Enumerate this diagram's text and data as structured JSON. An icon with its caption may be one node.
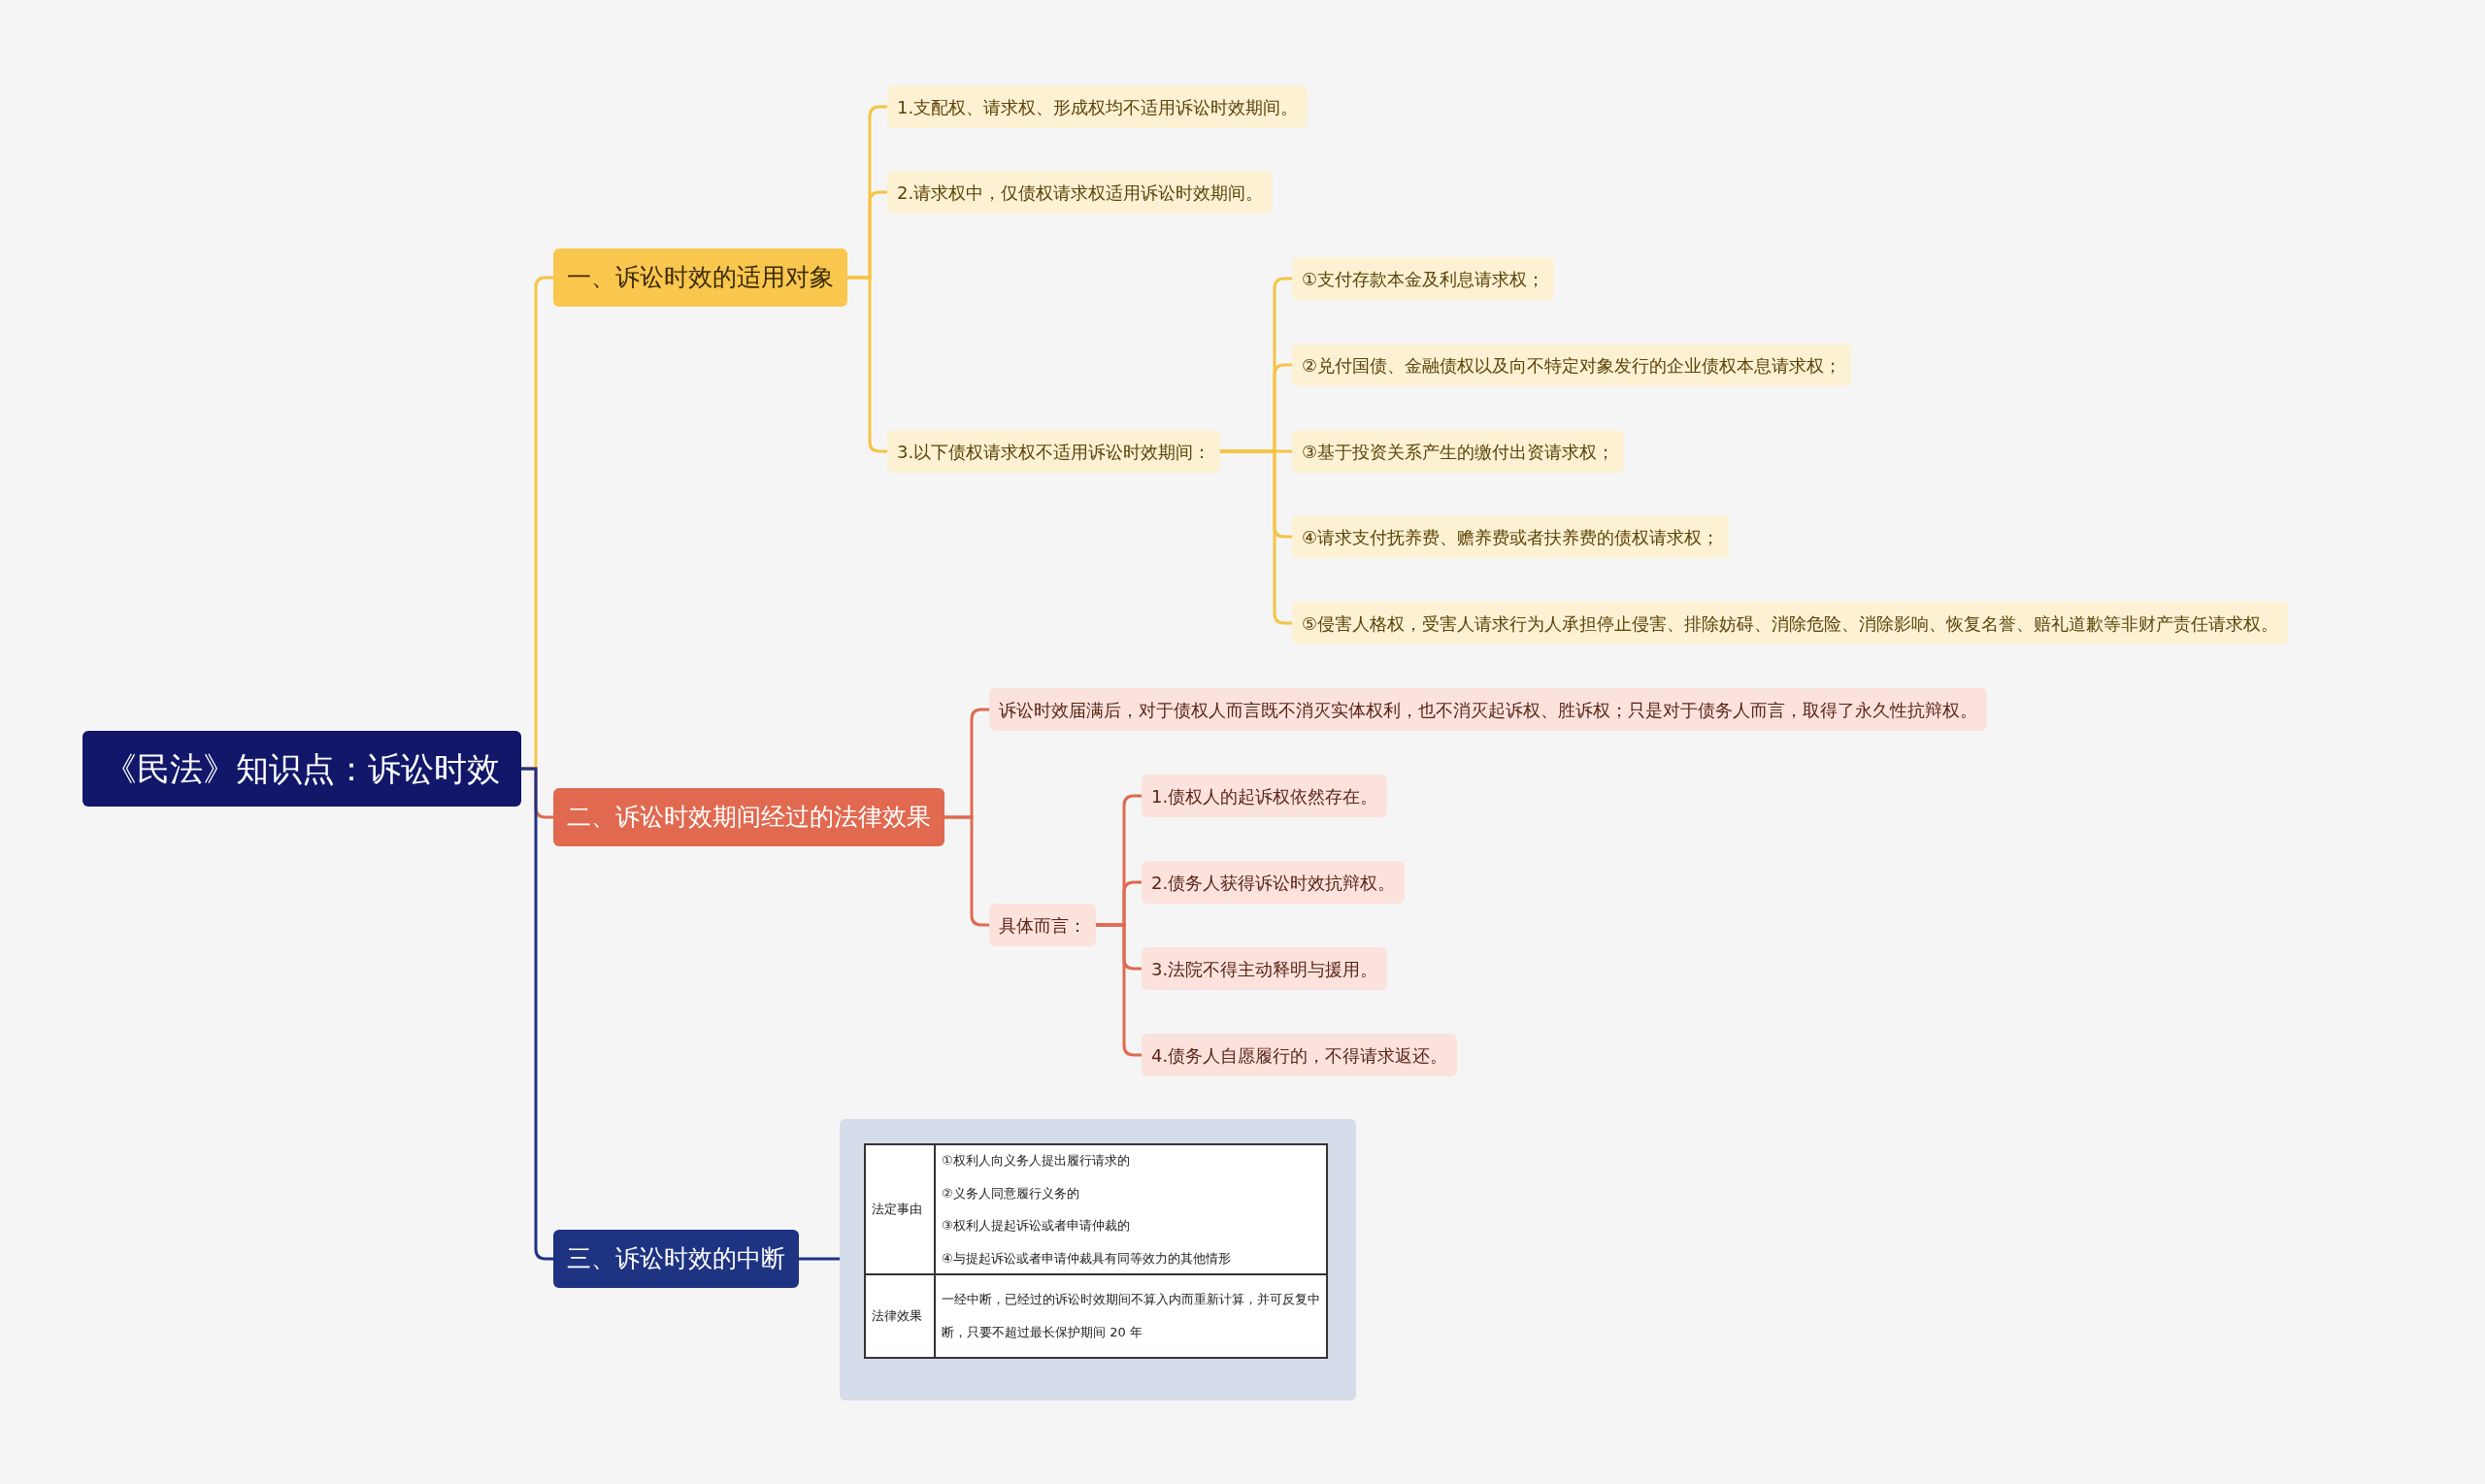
{
  "diagram": {
    "nodes": [
      {
        "text": [
          "《民法》知识点：诉讼时效"
        ]
      },
      {
        "text": [
          "一、诉讼时效的适用对象"
        ]
      },
      {
        "text": [
          "1.支配权、请求权、形成权均不适用诉讼时效期间。"
        ]
      },
      {
        "text": [
          "2.请求权中，仅债权请求权适用诉讼时效期间。"
        ]
      },
      {
        "text": [
          "3.以下债权请求权不适用诉讼时效期间："
        ]
      },
      {
        "text": [
          "①支付存款本金及利息请求权；"
        ]
      },
      {
        "text": [
          "②兑付国债、金融债权以及向不特定对象发行的企业债权本息请求权；"
        ]
      },
      {
        "text": [
          "③基于投资关系产生的缴付出资请求权；"
        ]
      },
      {
        "text": [
          "④请求支付抚养费、赡养费或者扶养费的债权请求权；"
        ]
      },
      {
        "text": [
          "⑤侵害人格权，受害人请求行为人承担停止侵害、排除妨碍、消除危险、消除影响、恢复名誉、赔礼道歉等非财产责任请求权。"
        ]
      },
      {
        "text": [
          "二、诉讼时效期间经过的法律效果"
        ]
      },
      {
        "text": [
          "诉讼时效届满后，对于债权人而言既不消灭实体权利，也不消灭起诉权、胜诉权；只是对于债务人而言，取得了永久性抗辩权。"
        ]
      },
      {
        "text": [
          "具体而言："
        ]
      },
      {
        "text": [
          "1.债权人的起诉权依然存在。"
        ]
      },
      {
        "text": [
          "2.债务人获得诉讼时效抗辩权。"
        ]
      },
      {
        "text": [
          "3.法院不得主动释明与援用。"
        ]
      },
      {
        "text": [
          "4.债务人自愿履行的，不得请求返还。"
        ]
      },
      {
        "text": [
          "三、诉讼时效的中断"
        ]
      },
      {
        "text": [
          "法定事由",
          "①权利人向义务人提出履行请求的",
          "②义务人同意履行义务的",
          "③权利人提起诉讼或者申请仲裁的",
          "④与提起诉讼或者申请仲裁具有同等效力的其他情形",
          "法律效果",
          "一经中断，已经过的诉讼时效期间不算入内而重新计算，并可反复中断，只要不超过最长保护期间 20 年"
        ]
      }
    ],
    "edges": [
      {
        "from": 0,
        "to": 1,
        "arrow": "none"
      },
      {
        "from": 1,
        "to": 2,
        "arrow": "none"
      },
      {
        "from": 1,
        "to": 3,
        "arrow": "none"
      },
      {
        "from": 1,
        "to": 4,
        "arrow": "none"
      },
      {
        "from": 4,
        "to": 5,
        "arrow": "none"
      },
      {
        "from": 4,
        "to": 6,
        "arrow": "none"
      },
      {
        "from": 4,
        "to": 7,
        "arrow": "none"
      },
      {
        "from": 4,
        "to": 8,
        "arrow": "none"
      },
      {
        "from": 4,
        "to": 9,
        "arrow": "none"
      },
      {
        "from": 0,
        "to": 10,
        "arrow": "none",
        "color": "#e0694f"
      },
      {
        "from": 10,
        "to": 11,
        "arrow": "none",
        "color": "#e0694f"
      },
      {
        "from": 10,
        "to": 12,
        "arrow": "none",
        "color": "#e0694f"
      },
      {
        "from": 12,
        "to": 13,
        "arrow": "none",
        "color": "#e0694f"
      },
      {
        "from": 12,
        "to": 14,
        "arrow": "none",
        "color": "#e0694f"
      },
      {
        "from": 12,
        "to": 15,
        "arrow": "none",
        "color": "#e0694f"
      },
      {
        "from": 12,
        "to": 16,
        "arrow": "none",
        "color": "#e0694f"
      },
      {
        "from": 0,
        "to": 17,
        "arrow": "none",
        "color": "#1e3382"
      },
      {
        "from": 17,
        "to": 18,
        "arrow": "none",
        "color": "#1e3382"
      }
    ]
  }
}
